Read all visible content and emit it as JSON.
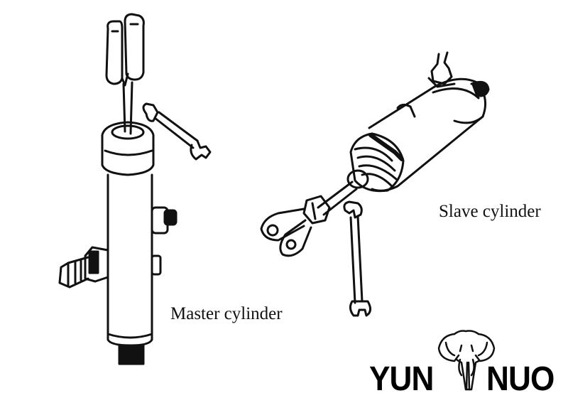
{
  "labels": {
    "master": "Master cylinder",
    "slave": "Slave cylinder"
  },
  "logo": {
    "left_text": "YUN",
    "right_text": "NUO",
    "icon": "elephant-icon"
  },
  "colors": {
    "ink": "#111111",
    "background": "#ffffff"
  }
}
